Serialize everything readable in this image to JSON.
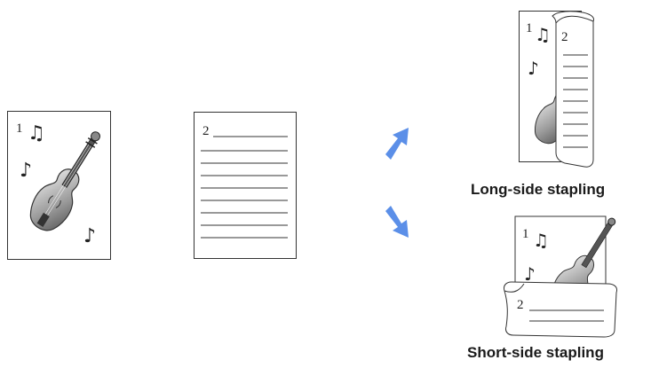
{
  "page1": {
    "number": "1",
    "icon": "violin-icon",
    "notes": [
      "♫",
      "♪",
      "♪"
    ]
  },
  "page2": {
    "number": "2",
    "line_count": 9
  },
  "arrows": {
    "color": "#5b8fe8",
    "up_icon": "arrow-up-right-icon",
    "down_icon": "arrow-down-right-icon"
  },
  "long_side": {
    "caption": "Long-side stapling",
    "page1_number": "1",
    "page2_number": "2",
    "notes": [
      "♫",
      "♪"
    ]
  },
  "short_side": {
    "caption": "Short-side stapling",
    "page1_number": "1",
    "page2_number": "2",
    "notes": [
      "♫",
      "♪"
    ]
  }
}
